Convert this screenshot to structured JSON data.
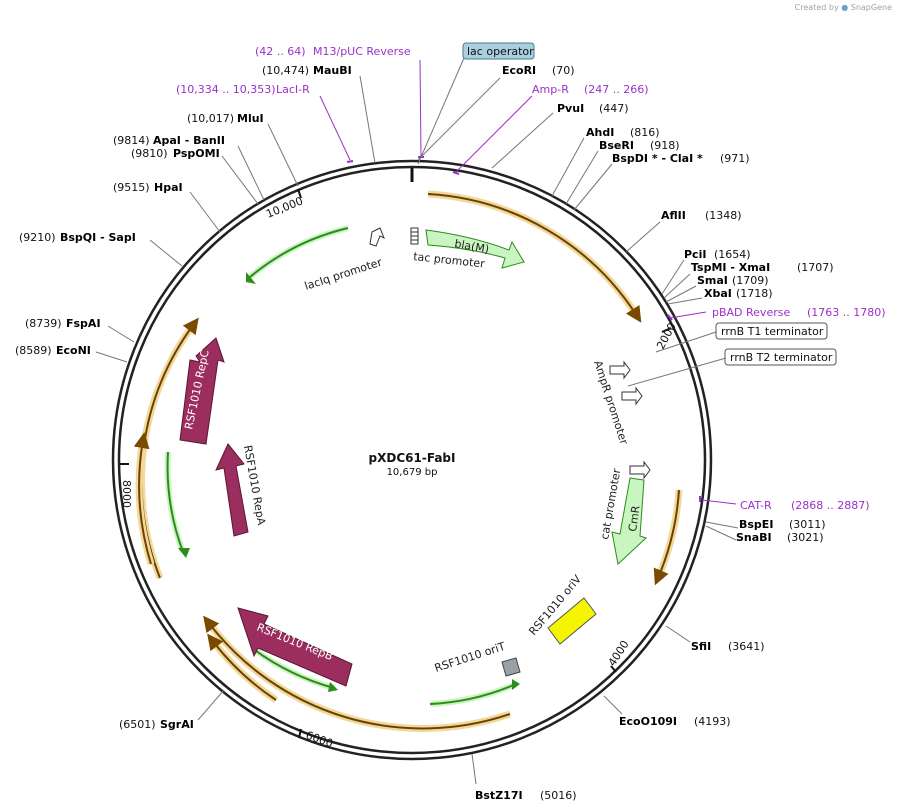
{
  "credit": {
    "text": "Created by",
    "brand": "SnapGene"
  },
  "plasmid": {
    "name": "pXDC61-FabI",
    "size": "10,679 bp"
  },
  "ticks": {
    "t2000": "2000",
    "t4000": "4000",
    "t6000": "6000",
    "t8000": "8000",
    "t10000": "10,000"
  },
  "sites_right": [
    {
      "name": "EcoRI",
      "pos": "(70)"
    },
    {
      "name": "PvuI",
      "pos": "(447)"
    },
    {
      "name": "AhdI",
      "pos": "(816)"
    },
    {
      "name": "BseRI",
      "pos": "(918)"
    },
    {
      "name": "BspDI * - ClaI *",
      "pos": "(971)"
    },
    {
      "name": "AflII",
      "pos": "(1348)"
    },
    {
      "name": "PciI",
      "pos": "(1654)"
    },
    {
      "name": "TspMI - XmaI",
      "pos": "(1707)"
    },
    {
      "name": "SmaI",
      "pos": "(1709)"
    },
    {
      "name": "XbaI",
      "pos": "(1718)"
    },
    {
      "name": "BspEI",
      "pos": "(3011)"
    },
    {
      "name": "SnaBI",
      "pos": "(3021)"
    },
    {
      "name": "SfiI",
      "pos": "(3641)"
    },
    {
      "name": "EcoO109I",
      "pos": "(4193)"
    },
    {
      "name": "BstZ17I",
      "pos": "(5016)"
    }
  ],
  "sites_left": [
    {
      "name": "MauBI",
      "pos": "(10,474)"
    },
    {
      "name": "MluI",
      "pos": "(10,017)"
    },
    {
      "name": "ApaI - BanII",
      "pos": "(9814)"
    },
    {
      "name": "PspOMI",
      "pos": "(9810)"
    },
    {
      "name": "HpaI",
      "pos": "(9515)"
    },
    {
      "name": "BspQI - SapI",
      "pos": "(9210)"
    },
    {
      "name": "FspAI",
      "pos": "(8739)"
    },
    {
      "name": "EcoNI",
      "pos": "(8589)"
    },
    {
      "name": "SgrAI",
      "pos": "(6501)"
    }
  ],
  "primers": [
    {
      "name": "M13/pUC Reverse",
      "range": "(42 .. 64)"
    },
    {
      "name": "LacI-R",
      "range": "(10,334 .. 10,353)"
    },
    {
      "name": "Amp-R",
      "range": "(247 .. 266)"
    },
    {
      "name": "pBAD Reverse",
      "range": "(1763 .. 1780)"
    },
    {
      "name": "CAT-R",
      "range": "(2868 .. 2887)"
    }
  ],
  "boxed": {
    "lac_operator": "lac operator",
    "rrnB_T1": "rrnB T1 terminator",
    "rrnB_T2": "rrnB T2 terminator"
  },
  "features": {
    "bla": "bla(M)",
    "tac": "tac promoter",
    "laciq": "lacIq promoter",
    "ampR_prom": "AmpR promoter",
    "cat_prom": "cat promoter",
    "cmr": "CmR",
    "oriV": "RSF1010 oriV",
    "oriT": "RSF1010 oriT",
    "repA": "RSF1010 RepA",
    "repB": "RSF1010 RepB",
    "repC": "RSF1010 RepC"
  },
  "colors": {
    "backbone": "#222222",
    "orf": "#e7a43a",
    "green_feature": "#c8f5c0",
    "green_edge": "#2e8b1e",
    "rep_protein": "#9b2d5f",
    "origin": "#f5f500",
    "primer": "#9b30c8",
    "lac_operator_fill": "#a9cfe0"
  }
}
